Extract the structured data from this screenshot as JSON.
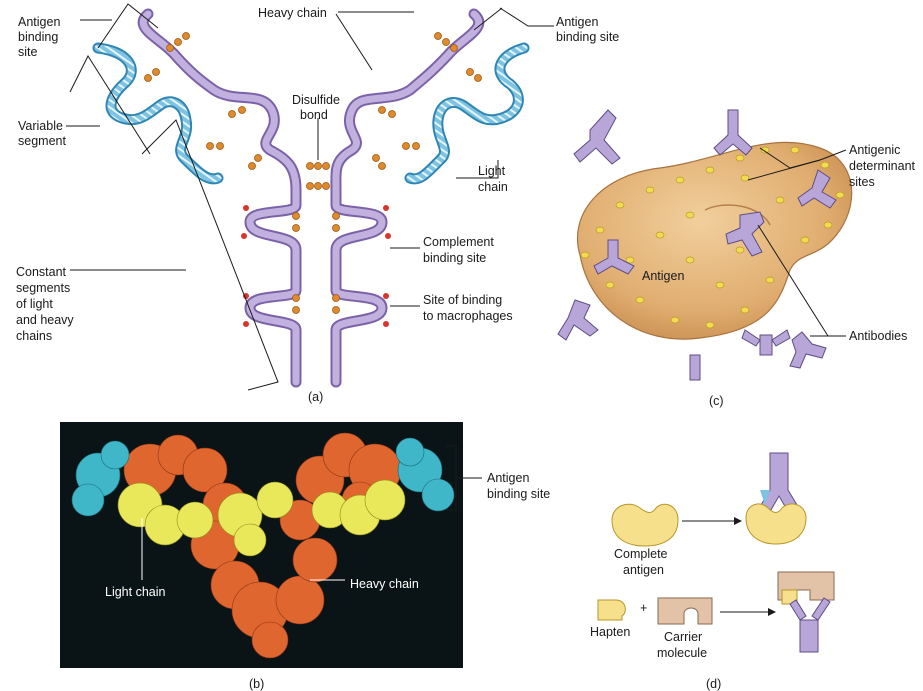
{
  "colors": {
    "heavy_chain": "#b9a6d8",
    "heavy_chain_stroke": "#7b62a8",
    "light_chain": "#7ec3e2",
    "light_chain_stroke": "#2f86b4",
    "disulfide": "#e08a2e",
    "carbohydrate": "#d8342b",
    "antigen": "#e3b57d",
    "antigen_dots": "#f2da52",
    "hapten": "#f6e08c",
    "carrier": "#e2c3a8",
    "model_background": "#0a1416",
    "model_heavy": "#e0662f",
    "model_light": "#e9e85a",
    "model_antigen_site": "#3fb7c9"
  },
  "panel_a": {
    "label": "(a)",
    "labels": {
      "antigen_binding_site_left": [
        "Antigen",
        "binding",
        "site"
      ],
      "heavy_chain": "Heavy chain",
      "antigen_binding_site_right": [
        "Antigen",
        "binding site"
      ],
      "variable_segment": [
        "Variable",
        "segment"
      ],
      "disulfide_bond": [
        "Disulfide",
        "bond"
      ],
      "light_chain": [
        "Light",
        "chain"
      ],
      "complement_binding_site": [
        "Complement",
        "binding site"
      ],
      "constant_segments": [
        "Constant",
        "segments",
        "of light",
        "and heavy",
        "chains"
      ],
      "site_of_binding_macrophages": [
        "Site of binding",
        "to macrophages"
      ]
    }
  },
  "panel_b": {
    "label": "(b)",
    "labels": {
      "antigen_binding_site": [
        "Antigen",
        "binding site"
      ],
      "light_chain": "Light chain",
      "heavy_chain": "Heavy chain"
    }
  },
  "panel_c": {
    "label": "(c)",
    "labels": {
      "antigenic_determinant_sites": [
        "Antigenic",
        "determinant",
        "sites"
      ],
      "antigen": "Antigen",
      "antibodies": "Antibodies"
    }
  },
  "panel_d": {
    "label": "(d)",
    "labels": {
      "complete_antigen": [
        "Complete",
        "antigen"
      ],
      "plus": "+",
      "hapten": "Hapten",
      "carrier_molecule": [
        "Carrier",
        "molecule"
      ]
    }
  }
}
